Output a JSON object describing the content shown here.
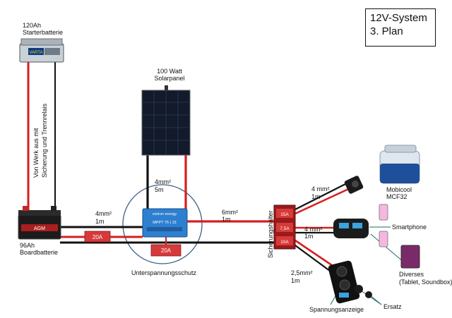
{
  "title": {
    "line1": "12V-System",
    "line2": "3. Plan"
  },
  "starter_battery": {
    "line1": "120Ah",
    "line2": "Starterbatterie",
    "brand": "VARTA"
  },
  "factory_note": {
    "line1": "Von Werk aus mit",
    "line2": "Sicherung und Trennrelais"
  },
  "solar_panel": {
    "line1": "100 Watt",
    "line2": "Solarpanel"
  },
  "panel_cable": {
    "cross_section": "4mm²",
    "length": "5m"
  },
  "board_battery": {
    "line1": "96Ah",
    "line2": "Boardbatterie",
    "badge": "AGM"
  },
  "battery_cable": {
    "cross_section": "4mm²",
    "length": "1m"
  },
  "fuse_battery": "20A",
  "fuse_controller": "20A",
  "controller": {
    "brand": "victron energy",
    "model": "MPPT 75 | 15"
  },
  "undervoltage_label": "Unterspannungsschutz",
  "output_cable": {
    "cross_section": "6mm²",
    "length": "1m"
  },
  "fuse_block": {
    "label": "Sicherungshalter",
    "fuses": [
      "15A",
      "7,5A",
      "10A"
    ]
  },
  "cooler_cable": {
    "cross_section": "4 mm²",
    "length": "1m"
  },
  "cooler": {
    "line1": "Mobicool",
    "line2": "MCF32"
  },
  "usb_cable": {
    "cross_section": "4 mm²",
    "length": "1m"
  },
  "smartphone_label": "Smartphone",
  "diverse": {
    "line1": "Diverses",
    "line2": "(Tablet, Soundbox)"
  },
  "panel_cable2": {
    "cross_section": "2,5mm²",
    "length": "1m"
  },
  "voltmeter_label": "Spannungsanzeige",
  "spare_label": "Ersatz",
  "colors": {
    "positive": "#d61f1f",
    "negative": "#111111",
    "fuse": "#d63a3a",
    "circle": "#3d5f86"
  }
}
